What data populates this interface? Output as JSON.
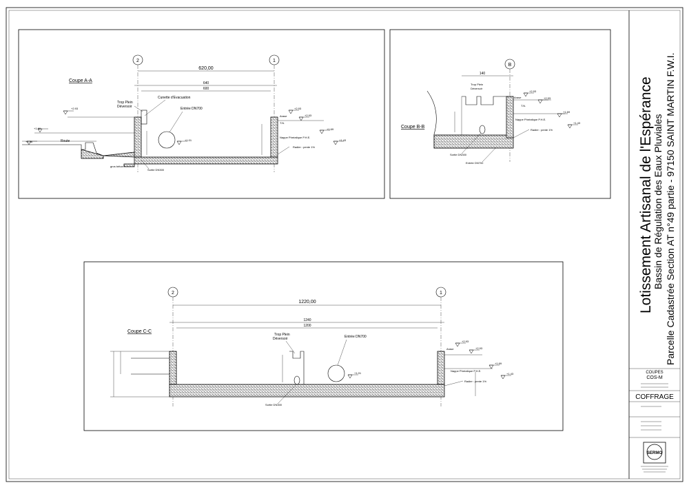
{
  "title_block": {
    "project_title": "Lotissement Artisanal de l'Espérance",
    "subtitle": "Bassin de Régulation des Eaux Pluviales",
    "parcel": "Parcelle Cadastrée Section AT n°49 partie - 97150 SAINT MARTIN F.W.I.",
    "sheet_title": "COUPES",
    "sheet_code": "COS-M",
    "category": "COFFRAGE",
    "company": "SERMO"
  },
  "section_aa": {
    "title": "Coupe A-A",
    "axis_left": "2",
    "axis_right": "1",
    "dim_main": "620,00",
    "dim_2": "640",
    "dim_3": "600",
    "labels": {
      "trop_plein": "Trop Plein",
      "deversoir": "Déversoir",
      "cunette": "Cunette d'Evacuation",
      "entree": "Entrée DN700",
      "sortie": "Sortie DN300",
      "gros_beton": "gros béton",
      "route": "Route",
      "arase": "Arase",
      "tn": "T.N.",
      "nappe": "Nappe Phréatique P.H.E.",
      "radier": "Radier : pente 1%"
    },
    "levels": {
      "l1": "+2.93",
      "l2": "+2.93",
      "l3": "+2.93",
      "l4": "+1.69",
      "l5": "+1.36",
      "l6": "+1.01",
      "l7": "+1.69",
      "l8": "+1.43"
    }
  },
  "section_bb": {
    "title": "Coupe B-B",
    "axis": "B",
    "dim_top": "140",
    "labels": {
      "trop_plein": "Trop Plein",
      "deversoir": "Déversoir",
      "arase": "Arase",
      "tn": "T.N.",
      "nappe": "Nappe Phréatique P.H.E.",
      "radier": "Radier : pente 1%",
      "sortie": "Sortie DN300",
      "entree": "Entrée DN700"
    },
    "levels": {
      "l1": "+2.93",
      "l2": "+2.93",
      "l3": "+1.69",
      "l4": "+1.43"
    }
  },
  "section_cc": {
    "title": "Coupe C-C",
    "axis_left": "2",
    "axis_right": "1",
    "dim_main": "1220,00",
    "dim_2": "1240",
    "dim_3": "1200",
    "labels": {
      "trop_plein": "Trop Plein",
      "deversoir": "Déversoir",
      "entree": "Entrée DN700",
      "sortie": "Sortie DN300",
      "arase": "Arase",
      "nappe": "Nappe Phréatique P.H.E.",
      "radier": "Radier : pente 1%"
    },
    "levels": {
      "l1": "+2.93",
      "l2": "+2.93",
      "l3": "+1.69",
      "l4": "+1.01",
      "l5": "+1.43"
    }
  }
}
